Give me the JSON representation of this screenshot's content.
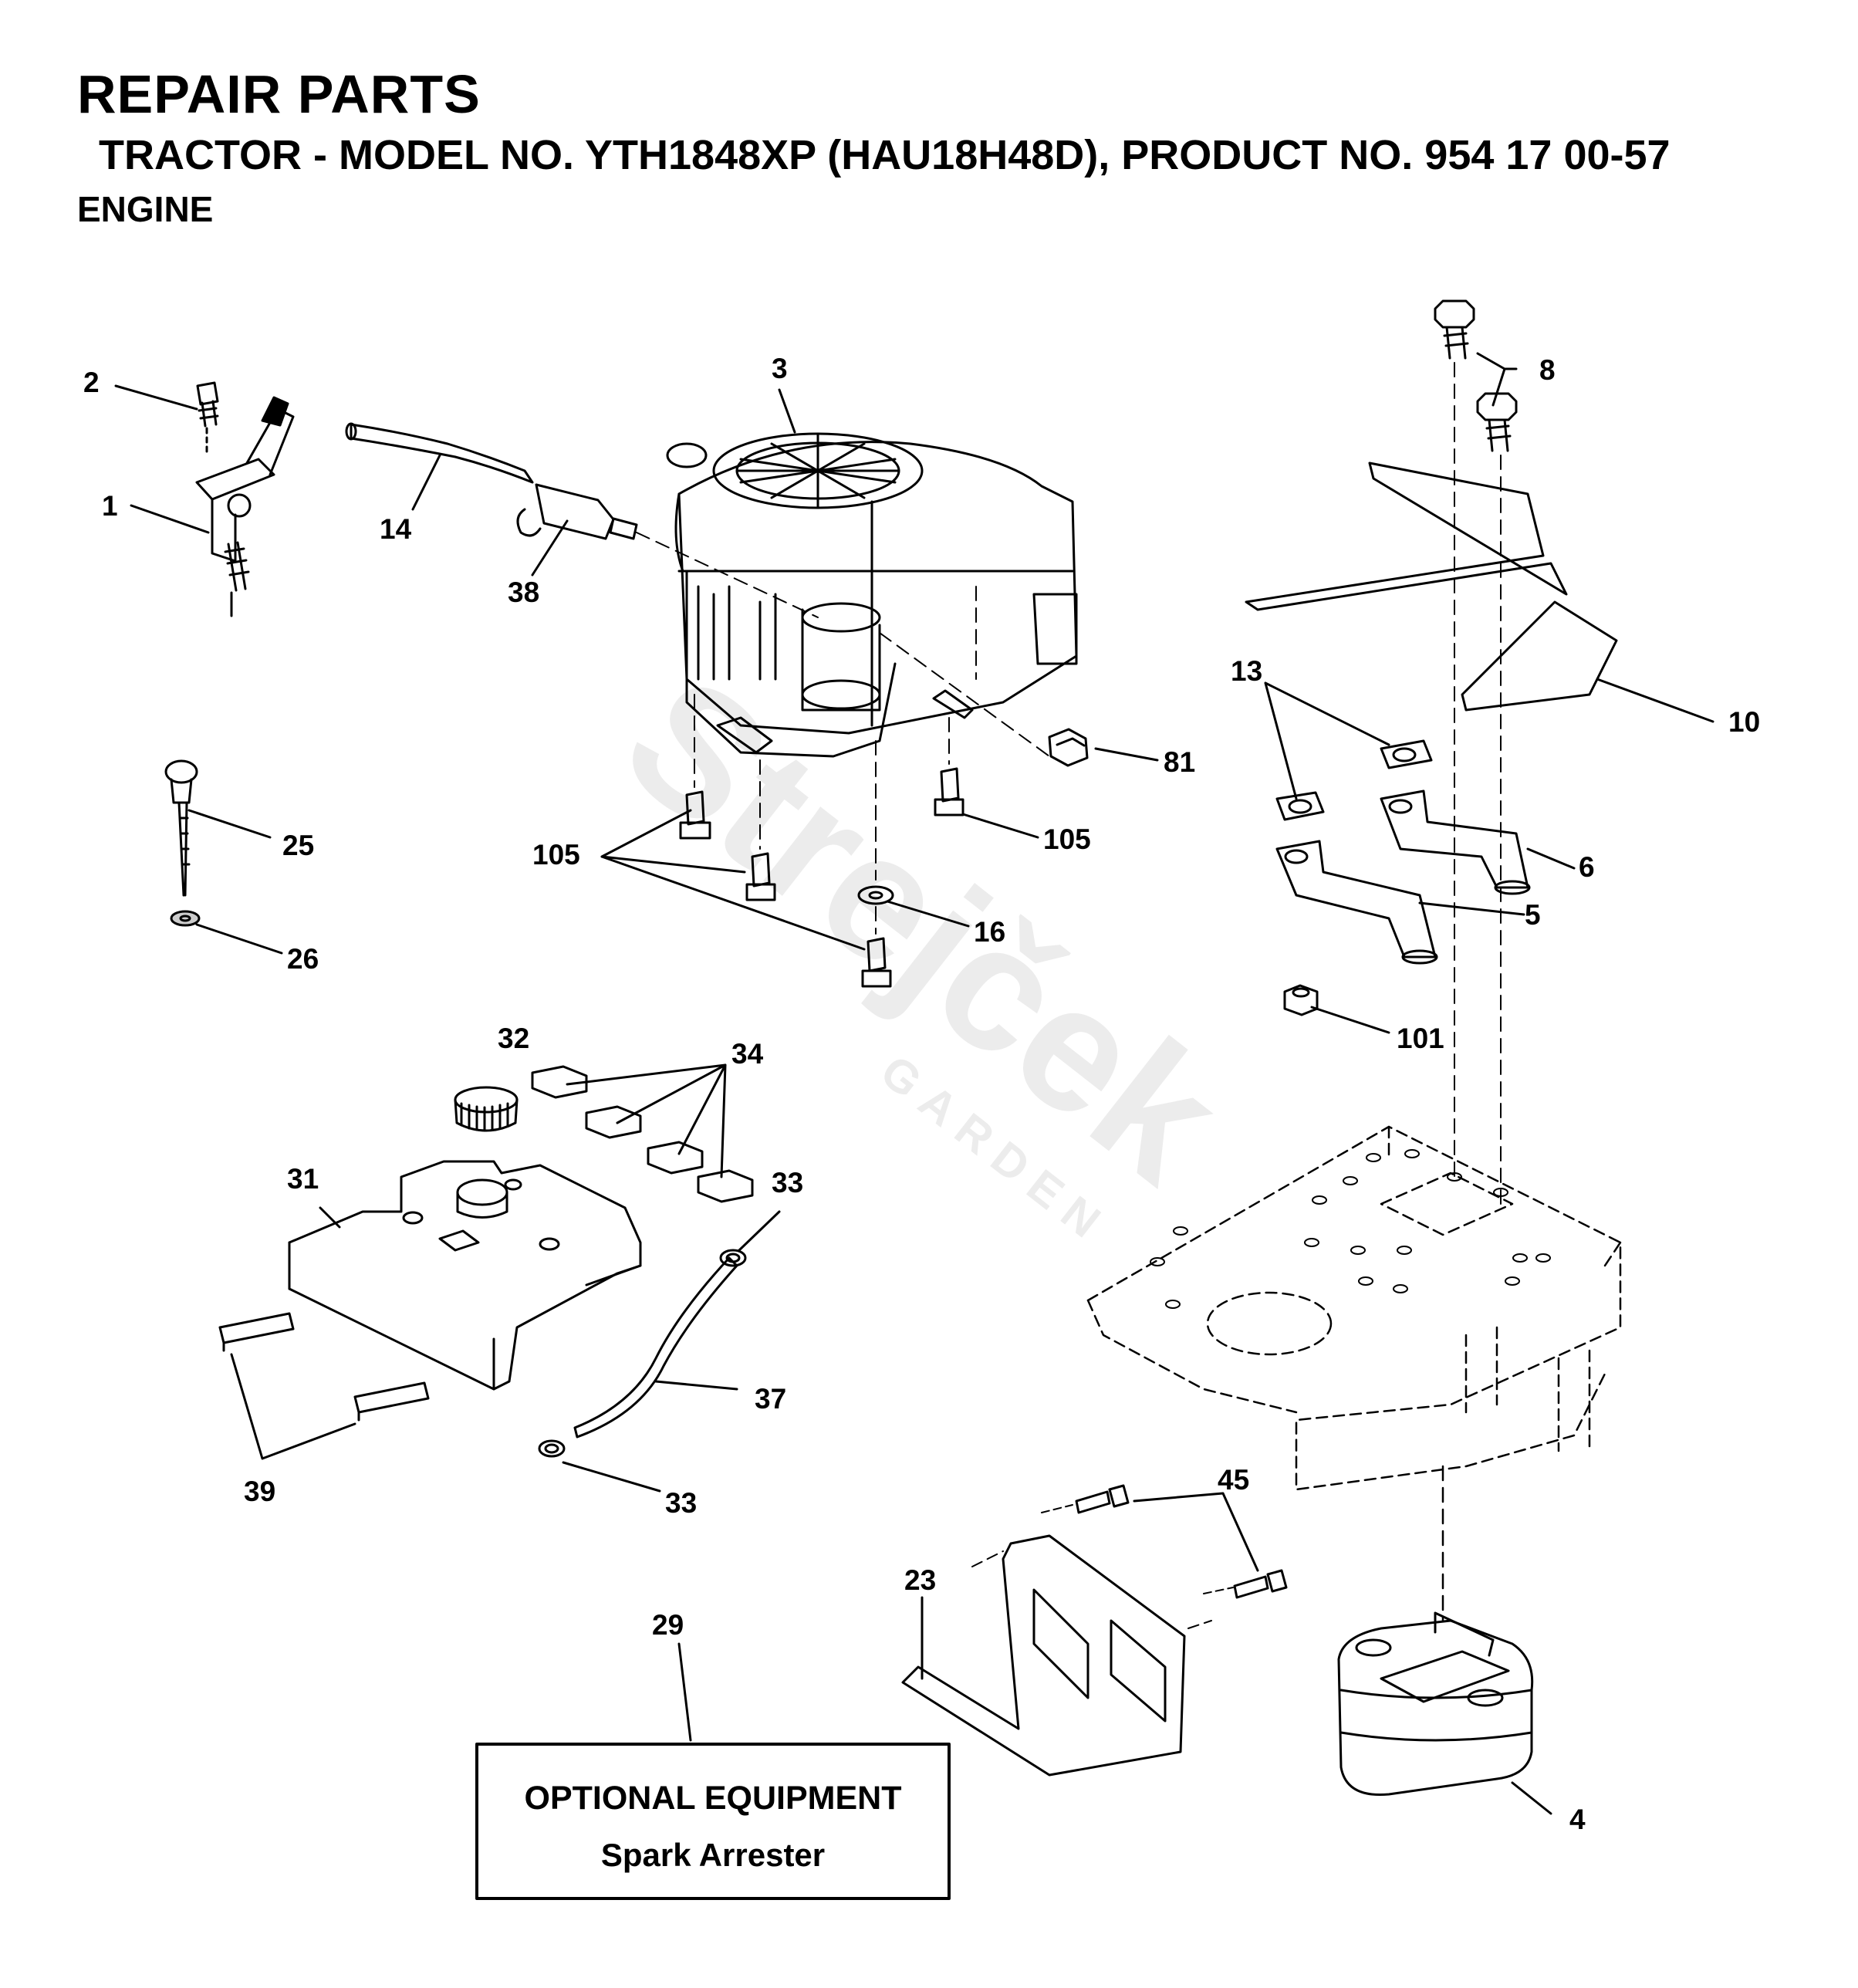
{
  "header": {
    "title": "REPAIR PARTS",
    "subtitle": "TRACTOR - MODEL NO. YTH1848XP (HAU18H48D), PRODUCT NO. 954 17 00-57",
    "section": "ENGINE"
  },
  "callouts": [
    {
      "id": "c1",
      "label": "1"
    },
    {
      "id": "c2",
      "label": "2"
    },
    {
      "id": "c3",
      "label": "3"
    },
    {
      "id": "c4",
      "label": "4"
    },
    {
      "id": "c5",
      "label": "5"
    },
    {
      "id": "c6",
      "label": "6"
    },
    {
      "id": "c8",
      "label": "8"
    },
    {
      "id": "c10",
      "label": "10"
    },
    {
      "id": "c13",
      "label": "13"
    },
    {
      "id": "c14",
      "label": "14"
    },
    {
      "id": "c16",
      "label": "16"
    },
    {
      "id": "c23",
      "label": "23"
    },
    {
      "id": "c25",
      "label": "25"
    },
    {
      "id": "c26",
      "label": "26"
    },
    {
      "id": "c29",
      "label": "29"
    },
    {
      "id": "c31",
      "label": "31"
    },
    {
      "id": "c32",
      "label": "32"
    },
    {
      "id": "c33a",
      "label": "33"
    },
    {
      "id": "c33b",
      "label": "33"
    },
    {
      "id": "c34",
      "label": "34"
    },
    {
      "id": "c37",
      "label": "37"
    },
    {
      "id": "c38",
      "label": "38"
    },
    {
      "id": "c39",
      "label": "39"
    },
    {
      "id": "c45",
      "label": "45"
    },
    {
      "id": "c81",
      "label": "81"
    },
    {
      "id": "c101",
      "label": "101"
    },
    {
      "id": "c105a",
      "label": "105"
    },
    {
      "id": "c105b",
      "label": "105"
    }
  ],
  "optional_box": {
    "line1": "OPTIONAL EQUIPMENT",
    "line2": "Spark Arrester"
  },
  "watermark": {
    "brand": "Strejček",
    "sub": "GARDEN"
  }
}
